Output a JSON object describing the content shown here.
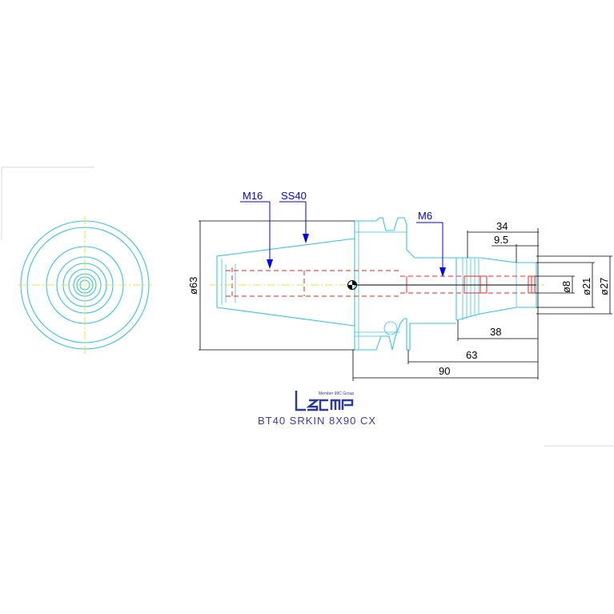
{
  "drawing": {
    "title": "BT40 SRKIN 8X90 CX",
    "callouts": {
      "thread_left": "M16",
      "shank": "SS40",
      "thread_right": "M6"
    },
    "dimensions": {
      "flange_diameter": "ø63",
      "length_34": "34",
      "length_9_5": "9.5",
      "bore_8": "ø8",
      "diameter_21": "ø21",
      "diameter_27": "ø27",
      "length_38": "38",
      "length_63": "63",
      "length_90": "90"
    },
    "logo": {
      "tagline": "Member IMC Group"
    },
    "colors": {
      "outline": "#33c7e6",
      "hidden": "#ff2222",
      "centerline": "#e0e000",
      "dimension": "#000000",
      "callout": "#0000ff"
    }
  }
}
